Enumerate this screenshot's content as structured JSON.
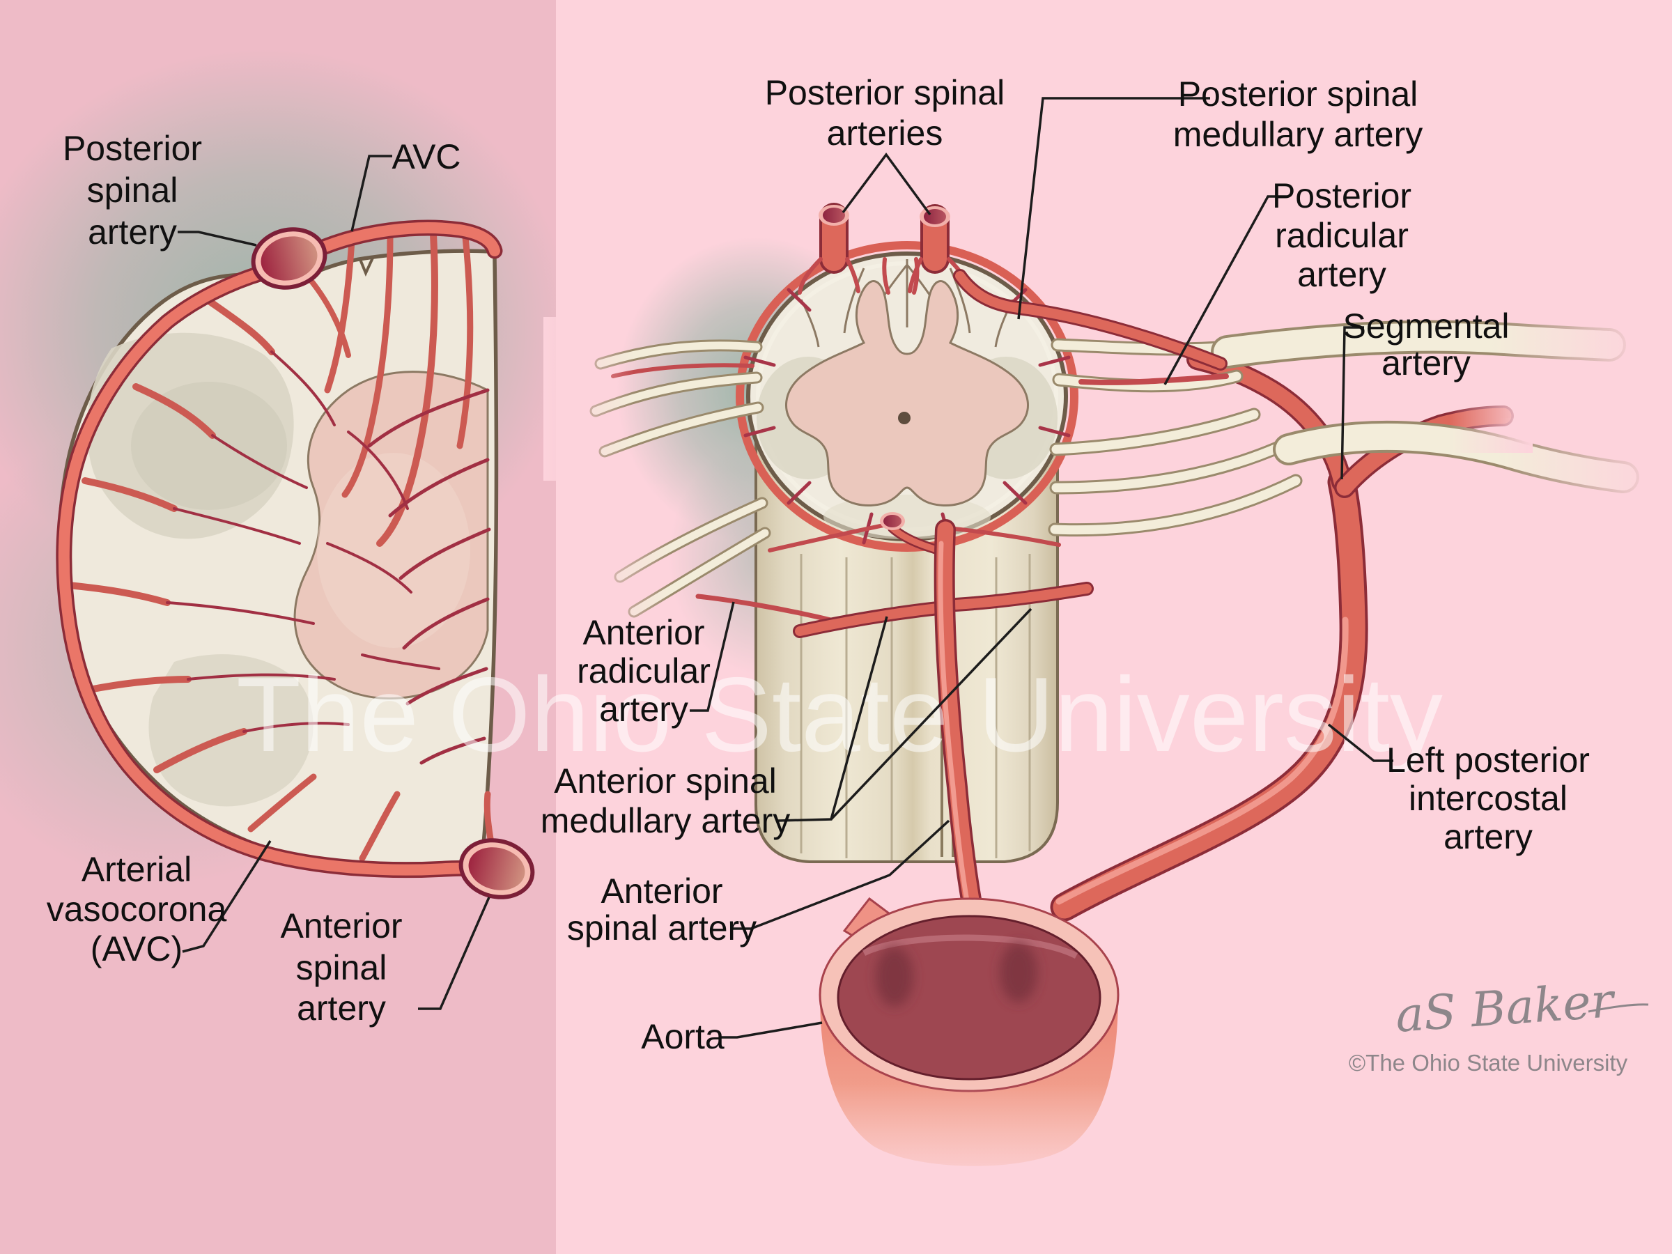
{
  "figure": {
    "type": "medical-illustration",
    "subject": "Arterial blood supply of the spinal cord"
  },
  "labels": {
    "left_panel": {
      "posterior_spinal_artery": [
        "Posterior",
        "spinal",
        "artery"
      ],
      "avc": [
        "AVC"
      ],
      "arterial_vasocorona": [
        "Arterial",
        "vasocorona",
        "(AVC)"
      ],
      "anterior_spinal_artery": [
        "Anterior",
        "spinal",
        "artery"
      ]
    },
    "right_panel": {
      "posterior_spinal_arteries": [
        "Posterior spinal",
        "arteries"
      ],
      "posterior_spinal_medullary_artery": [
        "Posterior spinal",
        "medullary artery"
      ],
      "posterior_radicular_artery": [
        "Posterior",
        "radicular",
        "artery"
      ],
      "segmental_artery": [
        "Segmental",
        "artery"
      ],
      "anterior_radicular_artery": [
        "Anterior",
        "radicular",
        "artery"
      ],
      "anterior_spinal_medullary_artery": [
        "Anterior spinal",
        "medullary artery"
      ],
      "anterior_spinal_artery": [
        "Anterior",
        "spinal artery"
      ],
      "aorta": [
        "Aorta"
      ],
      "left_posterior_intercostal_artery": [
        "Left posterior",
        "intercostal",
        "artery"
      ]
    }
  },
  "watermark": "The Ohio State University",
  "signature": {
    "handwritten": "aS Baker",
    "copyright": "©The Ohio State University"
  },
  "colors": {
    "left_background": "#eebbc7",
    "right_background": "#fdd3dc",
    "teal_glow": "#9ab5a8",
    "cord_cream": "#efe9dc",
    "gray_matter_pink": "#ebc8bd",
    "artery_red": "#dd685b",
    "artery_outline": "#8c2c38",
    "artery_dark_twig": "#a12f43",
    "cut_vessel_dark": "#9e2440",
    "outline_brown": "#6d5c49",
    "nerve_root_cream": "#f3edda",
    "aorta_lumen": "#9e4751",
    "label_text": "#101010",
    "watermark_white": "#ffffff",
    "signature_gray": "#8d868a"
  }
}
